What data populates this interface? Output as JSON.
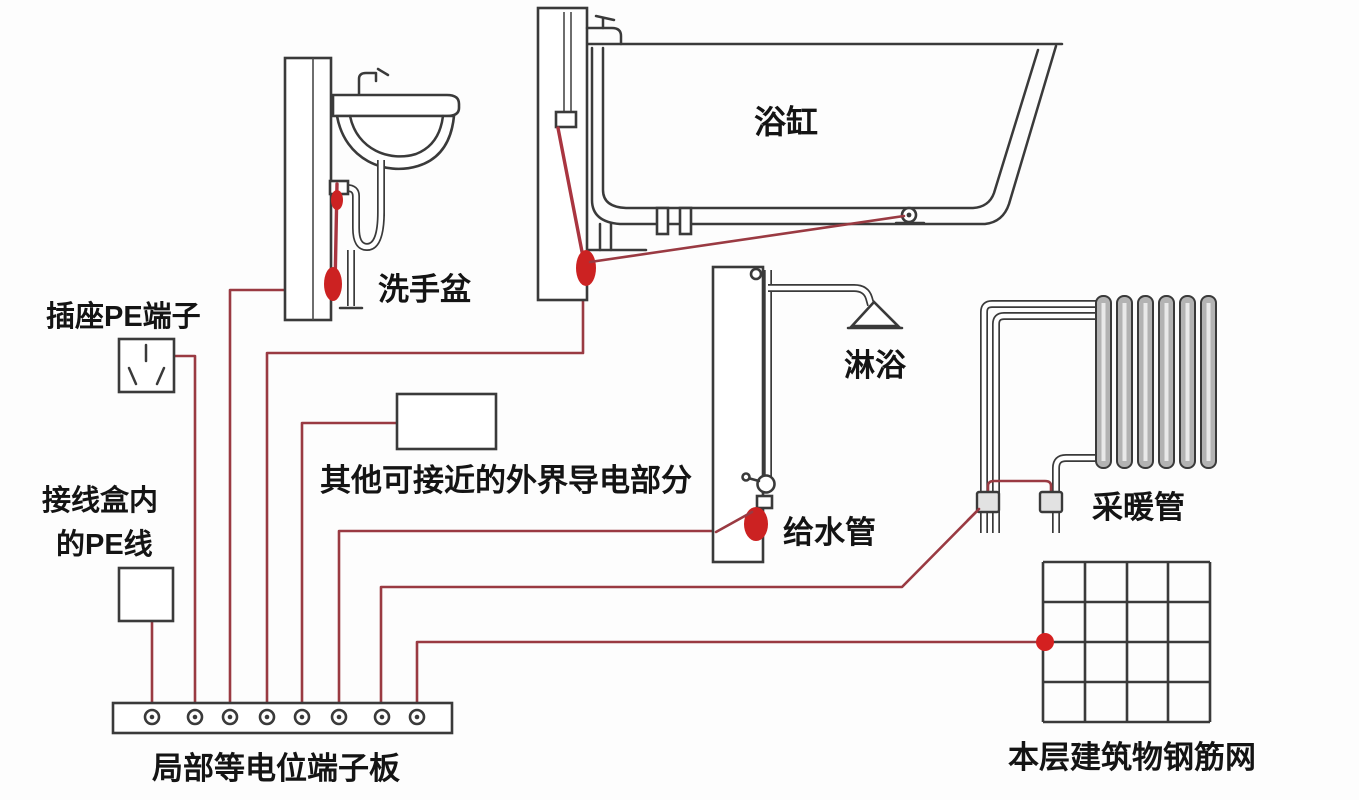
{
  "diagram": {
    "labels": {
      "bathtub": "浴缸",
      "washbasin": "洗手盆",
      "socket_pe": "插座PE端子",
      "junction_box_line1": "接线盒内",
      "junction_box_line2": "的PE线",
      "other_conductive": "其他可接近的外界导电部分",
      "shower": "淋浴",
      "water_supply_pipe": "给水管",
      "heating_pipe": "采暖管",
      "terminal_board": "局部等电位端子板",
      "rebar_mesh": "本层建筑物钢筋网"
    },
    "colors": {
      "background": "#fdfdfd",
      "line_art": "#3a3a3a",
      "bonding_wire": "#9a3a42",
      "bond_clamp_red": "#cc2222",
      "mesh_node_red": "#d42020",
      "radiator_fill": "#b3b3b3"
    },
    "terminal_board": {
      "terminal_count": 8
    }
  }
}
